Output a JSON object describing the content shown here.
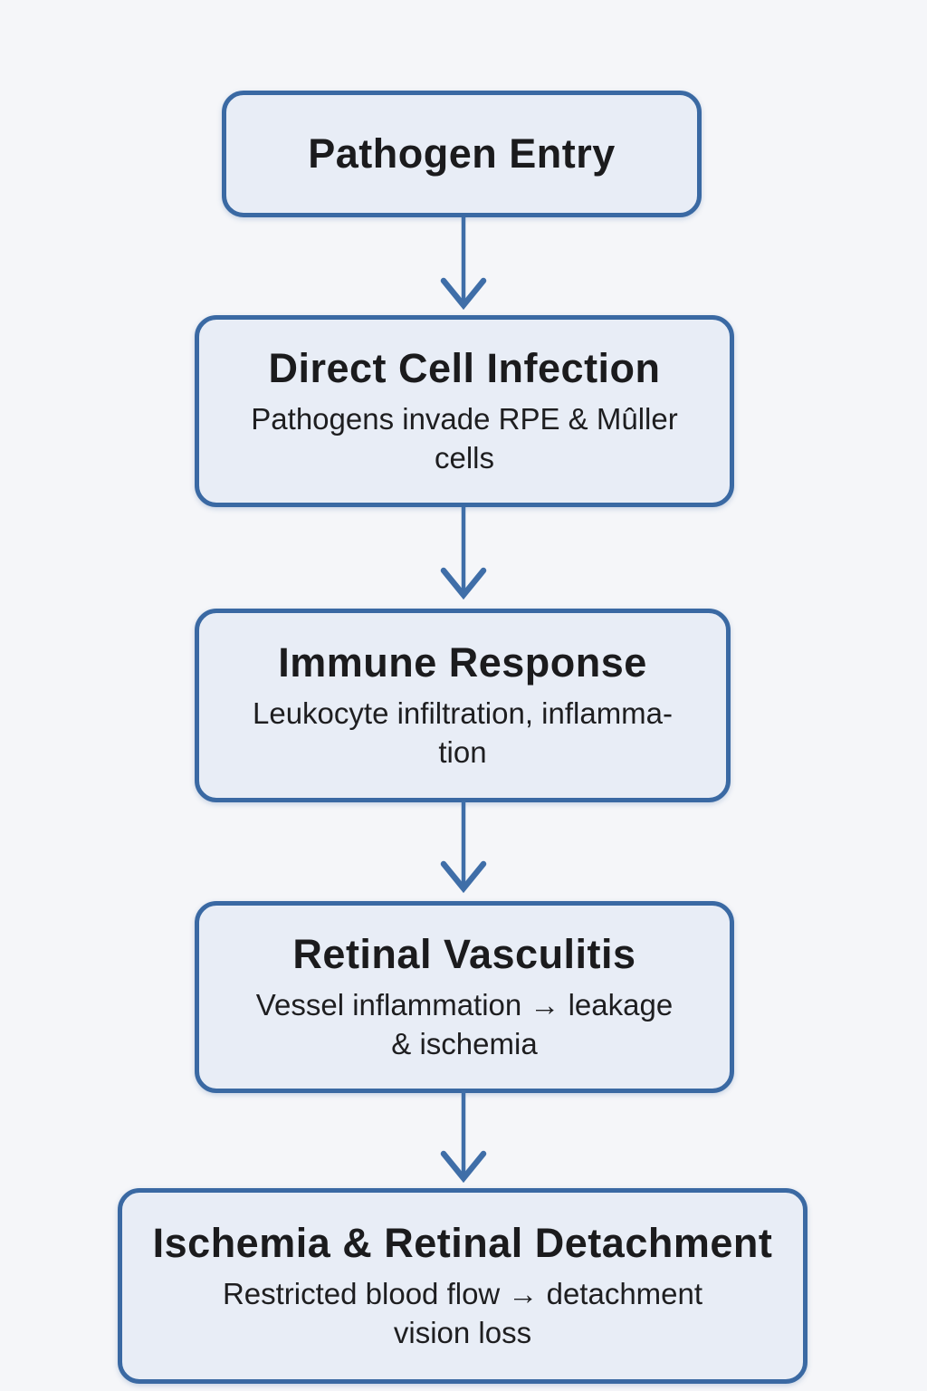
{
  "colors": {
    "background": "#f5f6f9",
    "node_fill": "#e8edf6",
    "node_border": "#3a69a3",
    "arrow": "#3f6ea8",
    "title_text": "#1b1b1d",
    "subtitle_text": "#1e1e20"
  },
  "flowchart": {
    "direction": "top-to-bottom",
    "nodes": [
      {
        "id": "pathogen-entry",
        "title": "Pathogen Entry",
        "subtitle": ""
      },
      {
        "id": "direct-cell-infection",
        "title": "Direct Cell Infection",
        "subtitle": "Pathogens invade RPE & Mûller\ncells"
      },
      {
        "id": "immune-response",
        "title": "Immune Response",
        "subtitle": "Leukocyte infiltration, inflamma-\ntion"
      },
      {
        "id": "retinal-vasculitis",
        "title": "Retinal Vasculitis",
        "subtitle": "Vessel inflammation → leakage\n& ischemia"
      },
      {
        "id": "ischemia-retinal-detachment",
        "title": "Ischemia & Retinal Detachment",
        "subtitle": "Restricted blood flow → detachment\nvision loss"
      }
    ],
    "edges": [
      {
        "from": "pathogen-entry",
        "to": "direct-cell-infection"
      },
      {
        "from": "direct-cell-infection",
        "to": "immune-response"
      },
      {
        "from": "immune-response",
        "to": "retinal-vasculitis"
      },
      {
        "from": "retinal-vasculitis",
        "to": "ischemia-retinal-detachment"
      }
    ]
  }
}
